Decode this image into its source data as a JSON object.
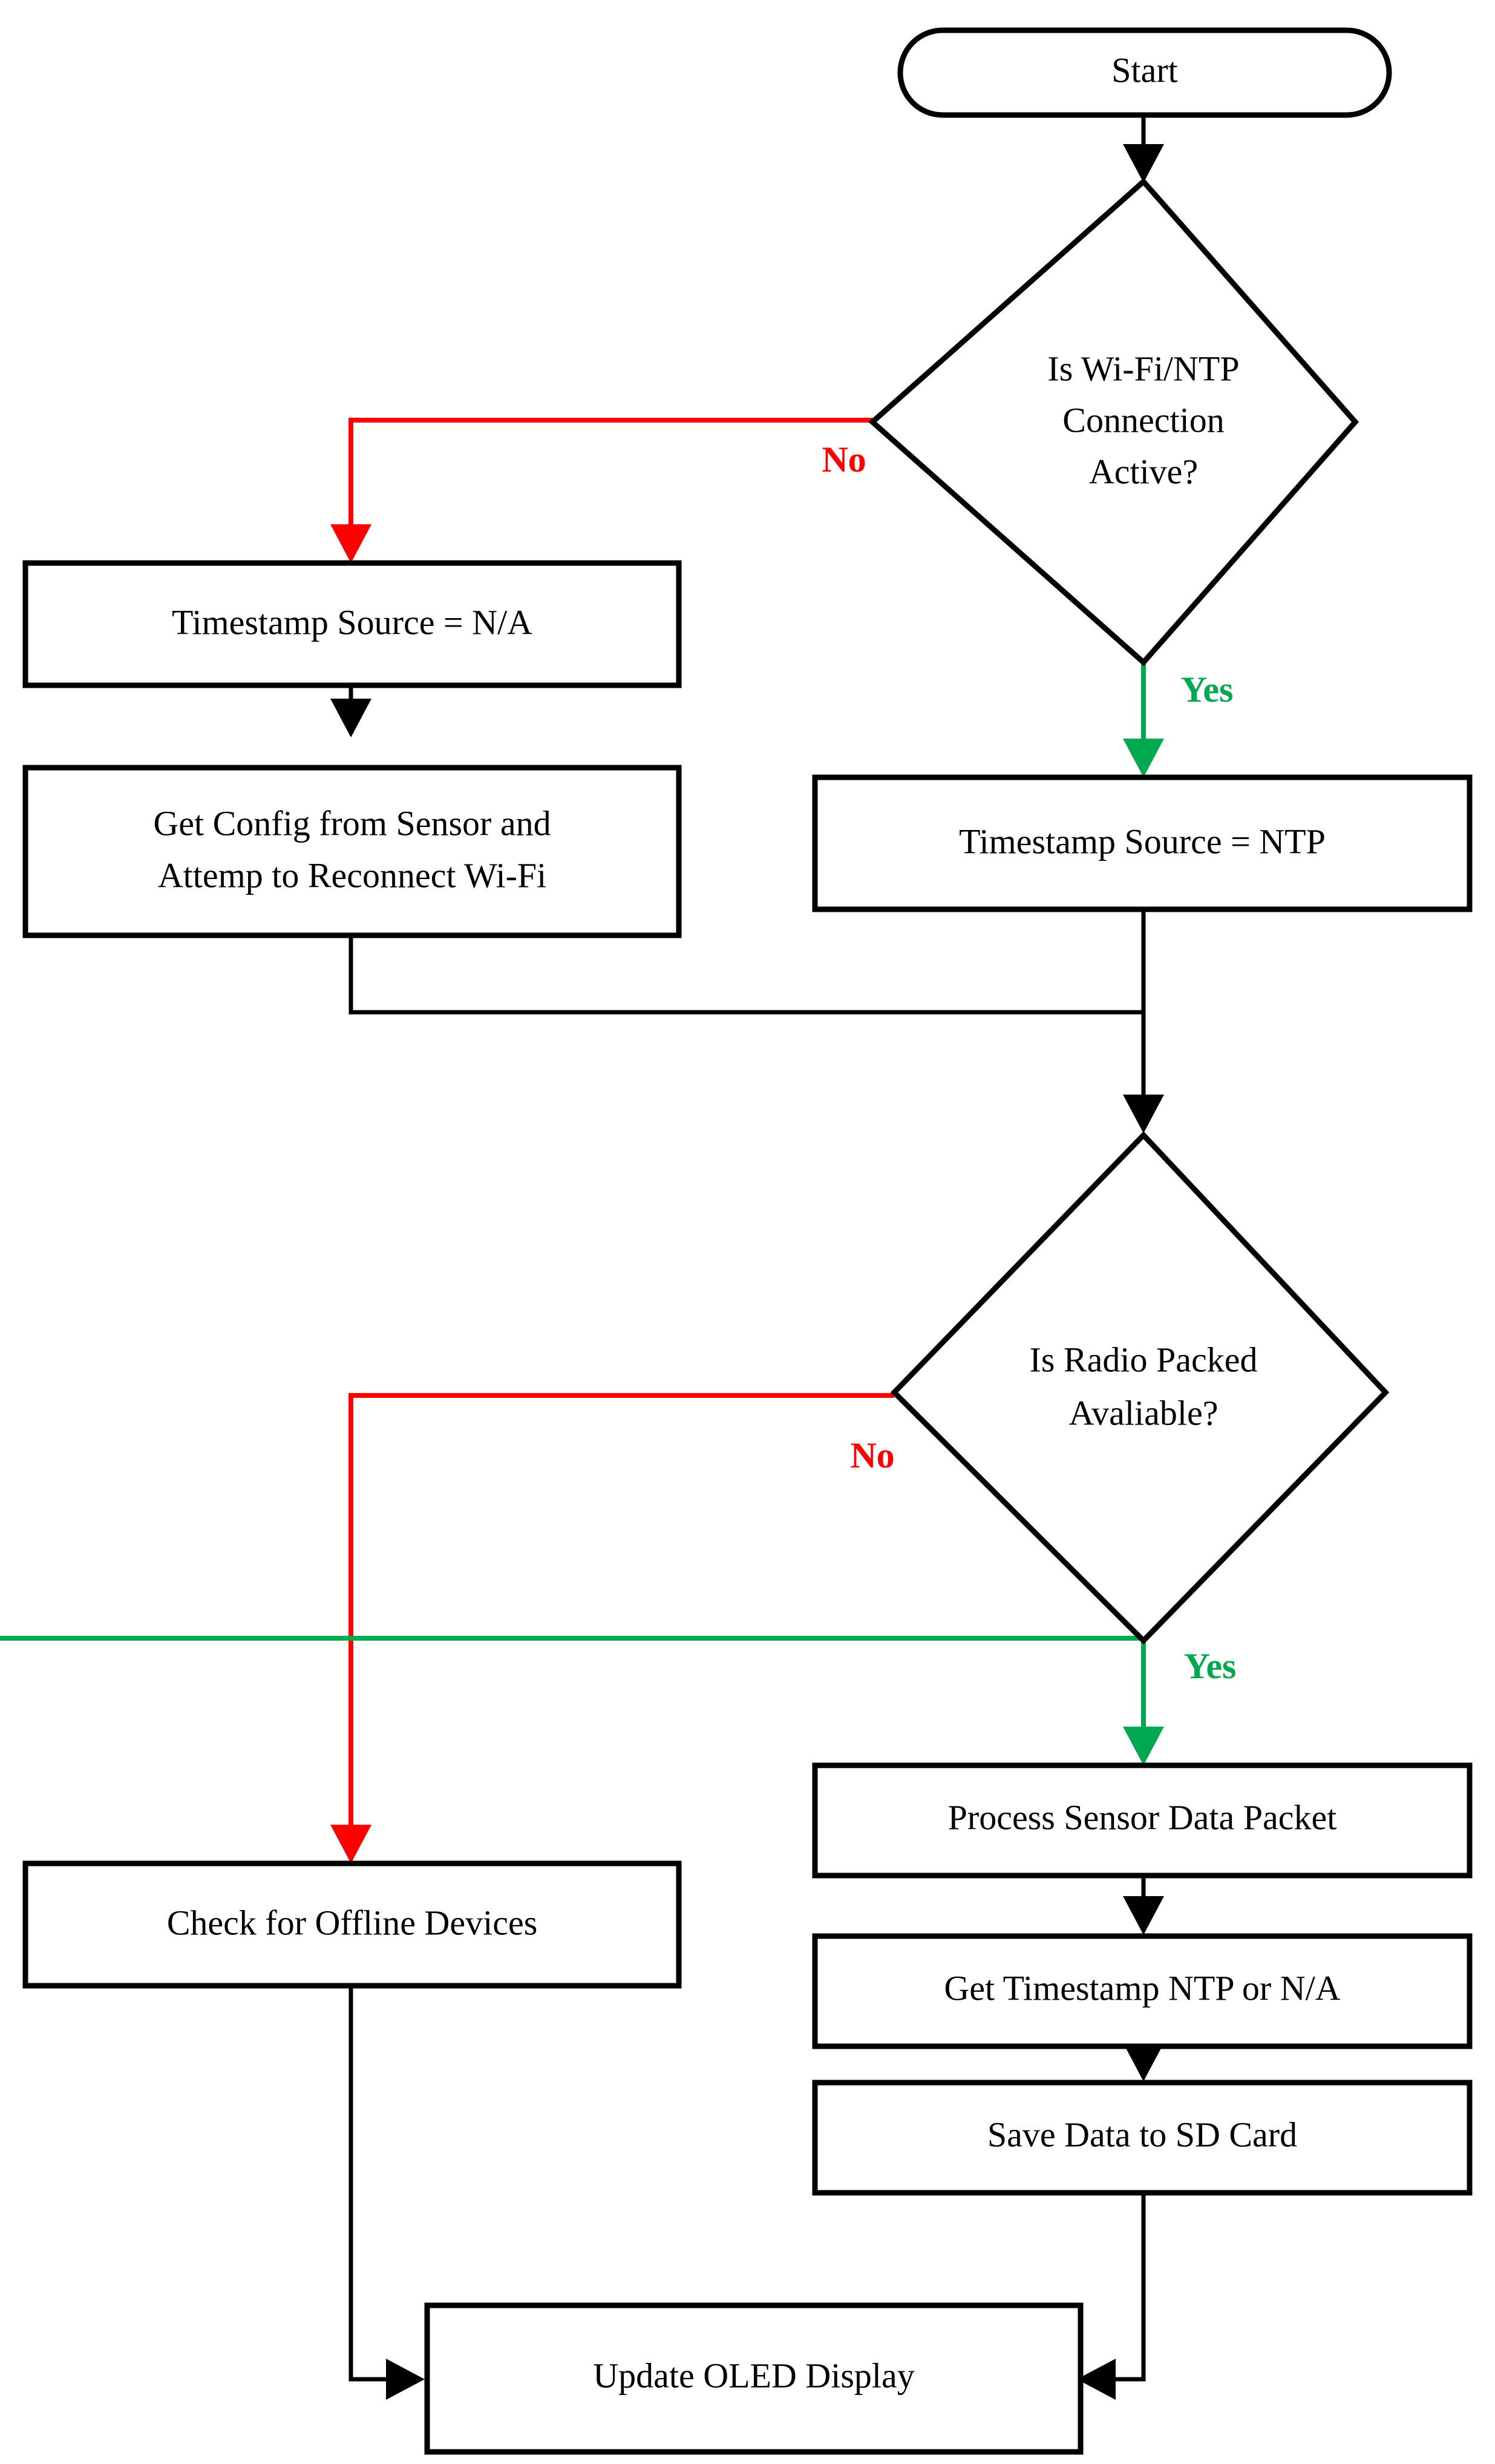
{
  "diagram": {
    "type": "flowchart",
    "title": "",
    "orientation": "top-down",
    "background_color": "#ffffff",
    "line_color": "#000000",
    "no_branch_color": "#ff0000",
    "yes_branch_color": "#00a84f"
  },
  "nodes": {
    "start": {
      "label": "Start",
      "shape": "stadium"
    },
    "decision_wifi": {
      "label_line1": "Is Wi-Fi/NTP",
      "label_line2": "Connection",
      "label_line3": "Active?",
      "shape": "diamond"
    },
    "timestamp_na": {
      "label": "Timestamp Source = N/A",
      "shape": "rectangle"
    },
    "get_config": {
      "label_line1": "Get Config from Sensor and",
      "label_line2": "Attemp to Reconnect Wi-Fi",
      "shape": "rectangle"
    },
    "timestamp_ntp": {
      "label": "Timestamp Source = NTP",
      "shape": "rectangle"
    },
    "decision_radio": {
      "label_line1": "Is Radio Packed",
      "label_line2": "Avaliable?",
      "shape": "diamond"
    },
    "check_offline": {
      "label": "Check for Offline Devices",
      "shape": "rectangle"
    },
    "process_packet": {
      "label": "Process Sensor Data Packet",
      "shape": "rectangle"
    },
    "get_timestamp": {
      "label": "Get Timestamp NTP or N/A",
      "shape": "rectangle"
    },
    "save_sd": {
      "label": "Save Data to SD Card",
      "shape": "rectangle"
    },
    "update_oled": {
      "label": "Update OLED Display",
      "shape": "rectangle"
    }
  },
  "edge_labels": {
    "wifi_no": "No",
    "wifi_yes": "Yes",
    "radio_no": "No",
    "radio_yes": "Yes"
  }
}
